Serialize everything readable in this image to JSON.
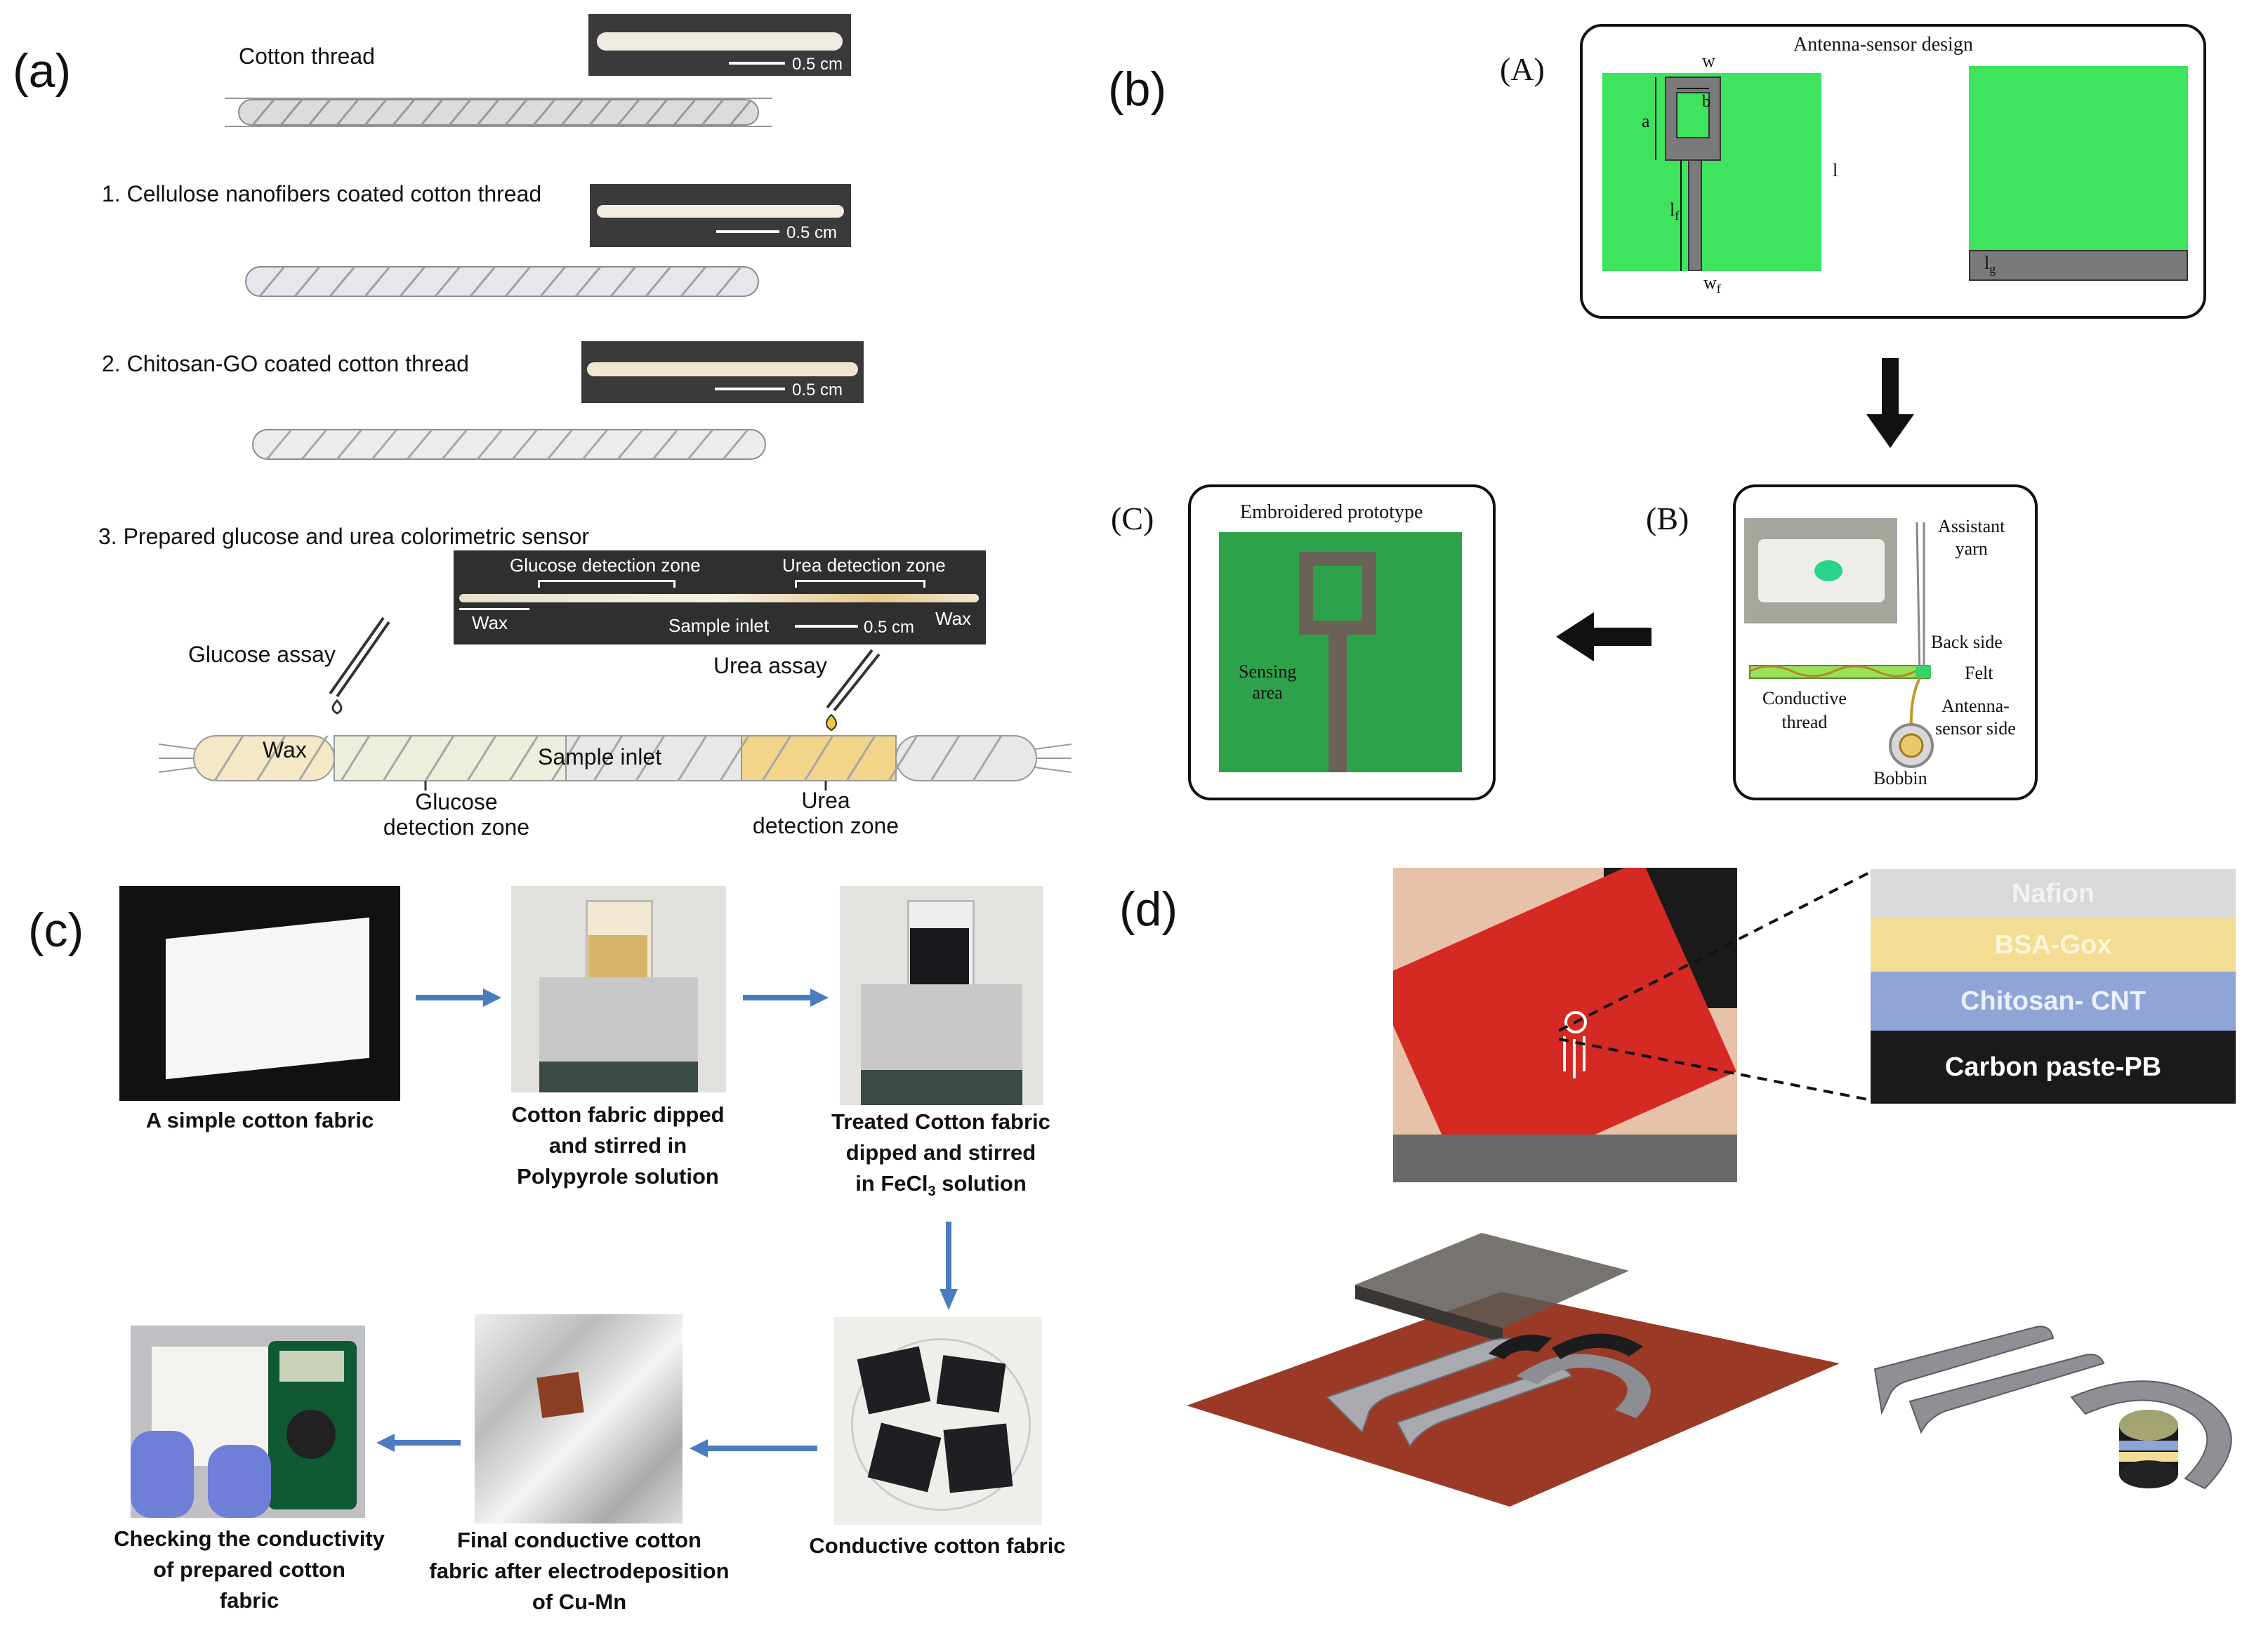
{
  "panel_a": {
    "label": "(a)",
    "steps": {
      "cotton": "Cotton thread",
      "step1": "1. Cellulose nanofibers coated cotton thread",
      "step2": "2. Chitosan-GO coated cotton thread",
      "step3": "3. Prepared glucose and urea colorimetric sensor"
    },
    "scale": "0.5 cm",
    "strip_labels": {
      "glucose_zone": "Glucose detection zone",
      "urea_zone": "Urea detection zone",
      "wax_left": "Wax",
      "wax_right": "Wax",
      "sample_inlet": "Sample inlet"
    },
    "assays": {
      "glucose": "Glucose assay",
      "urea": "Urea assay"
    },
    "thread_labels": {
      "wax": "Wax",
      "sample_inlet": "Sample inlet",
      "glucose_zone_1": "Glucose",
      "glucose_zone_2": "detection zone",
      "urea_zone_1": "Urea",
      "urea_zone_2": "detection zone"
    }
  },
  "panel_b": {
    "label": "(b)",
    "sub_a": "(A)",
    "sub_b": "(B)",
    "sub_c": "(C)",
    "design_title": "Antenna-sensor design",
    "dims": {
      "w": "w",
      "a": "a",
      "b": "b",
      "l": "l",
      "lf": "l",
      "lf_sub": "f",
      "wf": "w",
      "wf_sub": "f",
      "lg": "l",
      "lg_sub": "g"
    },
    "embroidered_title": "Embroidered prototype",
    "sensing_area": [
      "Sensing",
      "area"
    ],
    "machine_labels": {
      "assistant_yarn": [
        "Assistant",
        "yarn"
      ],
      "back_side": "Back side",
      "felt": "Felt",
      "conductive_thread": [
        "Conductive",
        "thread"
      ],
      "antenna_sensor_side": [
        "Antenna-",
        "sensor side"
      ],
      "bobbin": "Bobbin"
    }
  },
  "panel_c": {
    "label": "(c)",
    "captions": {
      "fabric": [
        "A simple cotton fabric"
      ],
      "ppy": [
        "Cotton fabric dipped",
        "and stirred in",
        "Polypyrole solution"
      ],
      "fecl3_1": "Treated Cotton fabric",
      "fecl3_2": "dipped and stirred",
      "fecl3_3a": "in FeCl",
      "fecl3_3sub": "3",
      "fecl3_3b": " solution",
      "conductive": [
        "Conductive cotton fabric"
      ],
      "final": [
        "Final conductive cotton",
        "fabric after electrodeposition",
        "of Cu-Mn"
      ],
      "checking": [
        "Checking the conductivity",
        "of prepared cotton",
        "fabric"
      ]
    }
  },
  "panel_d": {
    "label": "(d)",
    "layers": [
      "Nafion",
      "BSA-Gox",
      "Chitosan- CNT",
      "Carbon paste-PB"
    ]
  },
  "colors": {
    "antenna_green": "#3ee35e",
    "arrow_blue": "#4a7cc0",
    "nafion": "#d9d9d9",
    "bsa_gox": "#f3dc94",
    "chitosan_cnt": "#8ea5d6",
    "carbon_paste": "#1a1a1a",
    "red_patch": "#d42a23",
    "substrate": "#9a3a26"
  }
}
